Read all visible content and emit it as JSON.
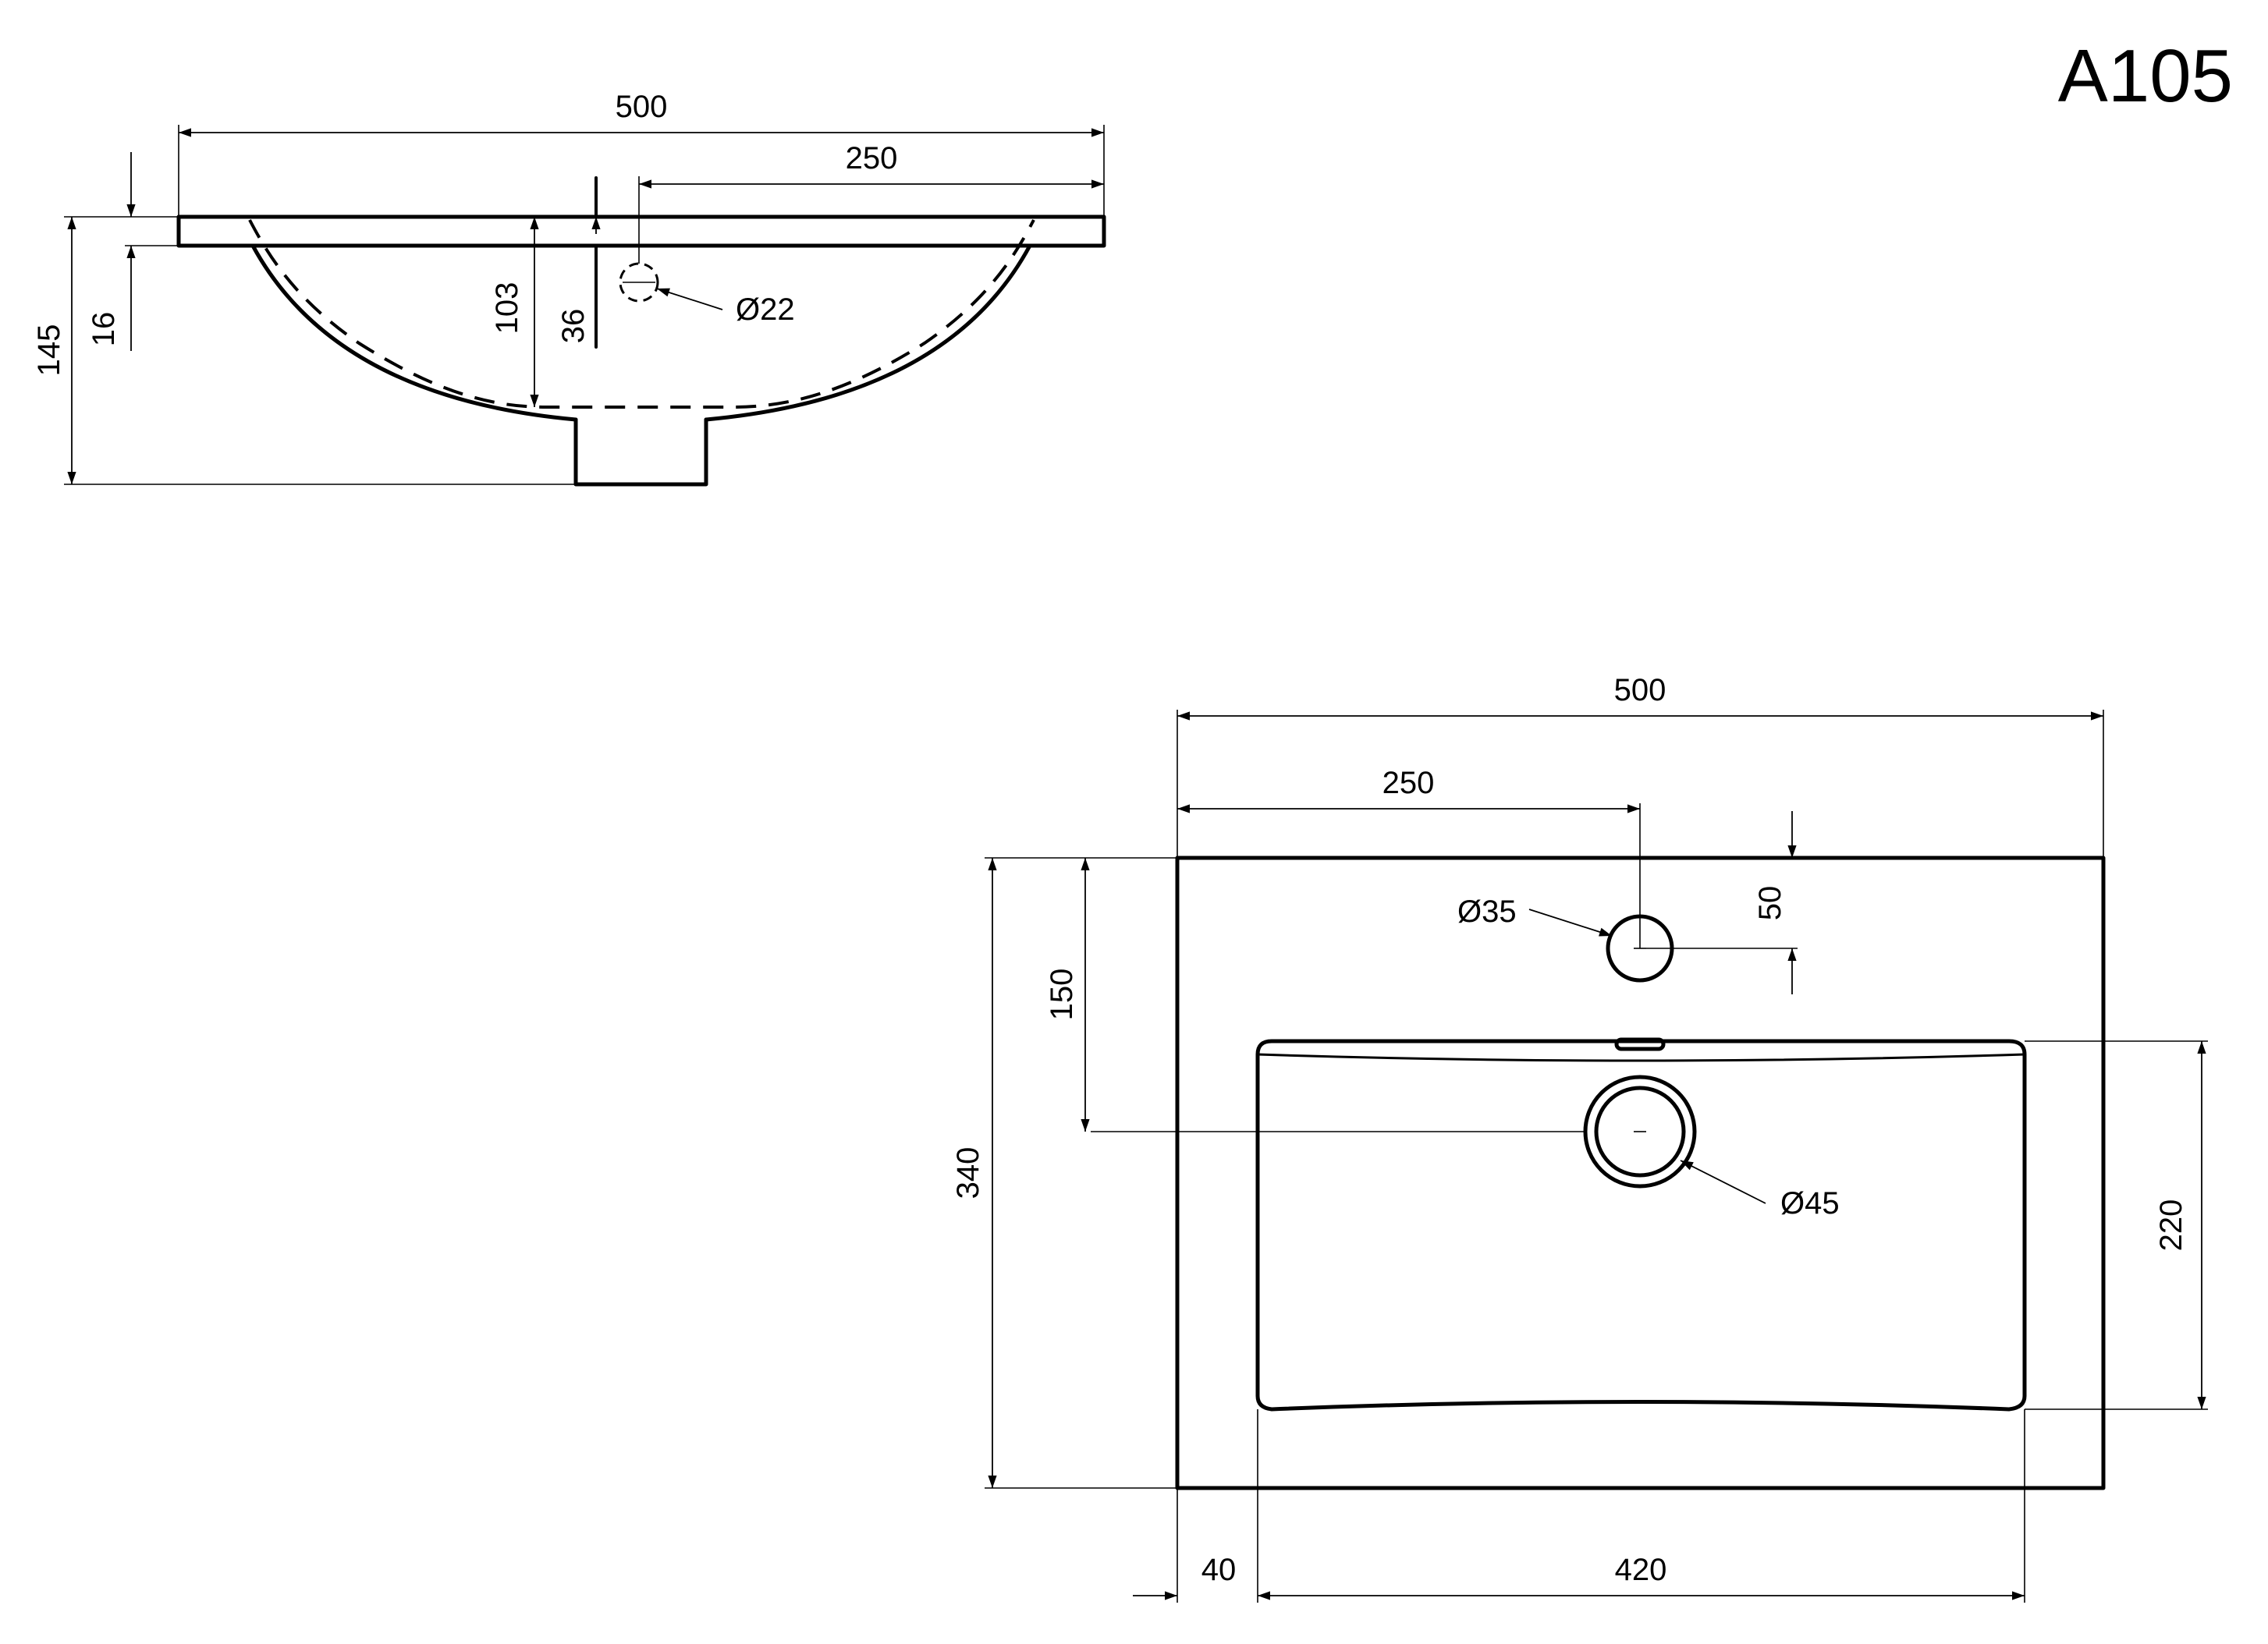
{
  "title": "A105",
  "side_view": {
    "width_overall": "500",
    "width_half": "250",
    "height_overall": "145",
    "rim_thickness": "16",
    "bowl_depth": "103",
    "overflow_height": "36",
    "overflow_diameter": "Ø22"
  },
  "top_view": {
    "width_overall": "500",
    "tap_offset_x": "250",
    "depth_overall": "340",
    "tap_offset_y": "50",
    "drain_offset_y": "150",
    "tap_hole_diameter": "Ø35",
    "drain_diameter": "Ø45",
    "bowl_depth": "220",
    "bowl_offset_x": "40",
    "bowl_width": "420"
  }
}
